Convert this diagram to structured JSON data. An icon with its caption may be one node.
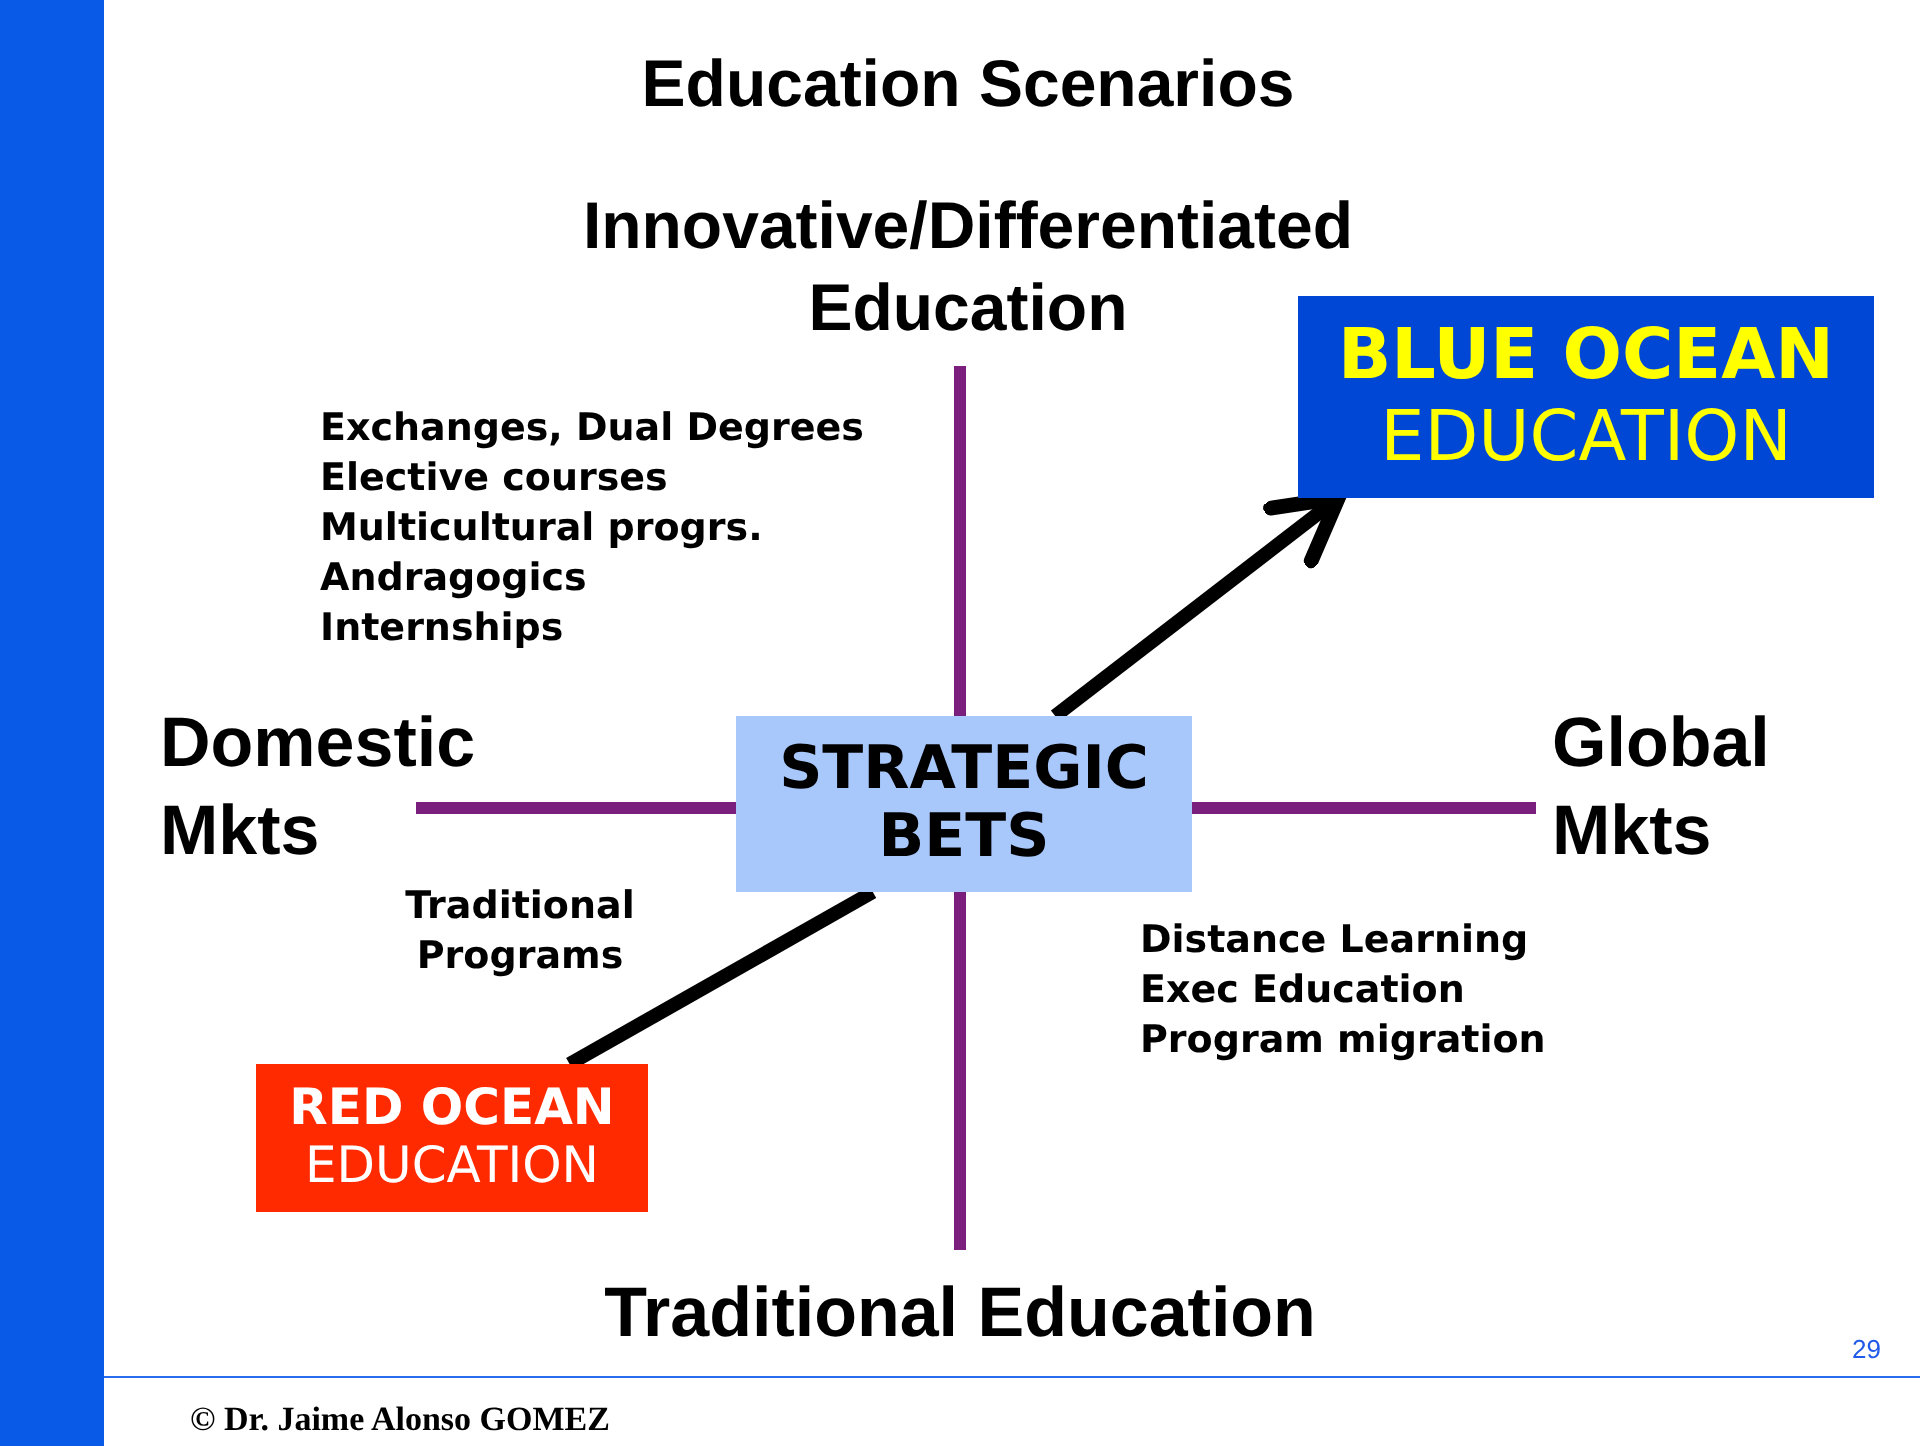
{
  "diagram": {
    "title": "Education Scenarios",
    "nodes": [
      {
        "text": [
          "RED OCEAN",
          "EDUCATION"
        ]
      },
      {
        "text": [
          "STRATEGIC BETS"
        ]
      },
      {
        "text": [
          "BLUE OCEAN",
          "EDUCATION"
        ]
      }
    ],
    "edges": [
      {
        "from": 0,
        "to": 1,
        "arrow": "none"
      },
      {
        "from": 1,
        "to": 2,
        "arrow": "to"
      }
    ],
    "labels": [
      "Innovative/Differentiated Education",
      "Exchanges, Dual Degrees",
      "Elective courses",
      "Multicultural progrs.",
      "Andragogics",
      "Internships",
      "Domestic Mkts",
      "Global Mkts",
      "Traditional Programs",
      "Distance Learning",
      "Exec Education",
      "Program migration",
      "Traditional Education",
      "29",
      "© Dr. Jaime Alonso GOMEZ"
    ]
  }
}
